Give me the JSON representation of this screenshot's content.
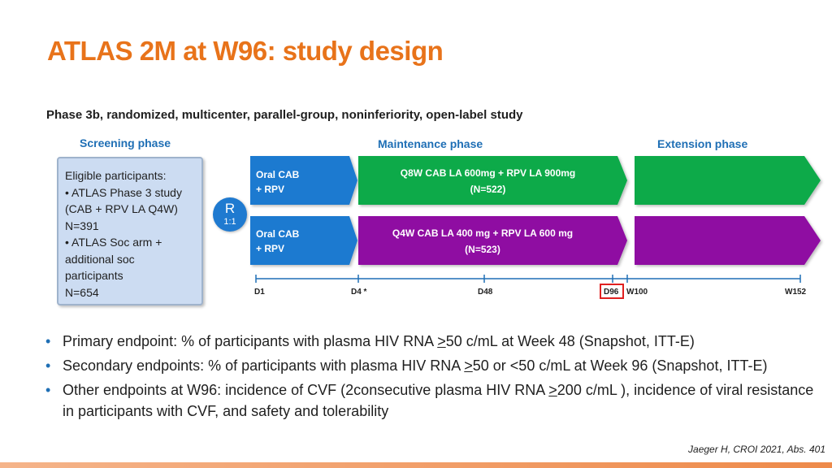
{
  "title": "ATLAS 2M at W96: study design",
  "subtitle": "Phase 3b, randomized, multicenter, parallel-group, noninferiority, open-label study",
  "phases": {
    "screening": "Screening phase",
    "maintenance": "Maintenance phase",
    "extension": "Extension phase"
  },
  "eligibility": {
    "lines": [
      "Eligible participants:",
      "• ATLAS Phase 3 study",
      "(CAB + RPV LA Q4W)",
      "N=391",
      "• ATLAS Soc arm +",
      "additional soc",
      "participants",
      "N=654"
    ]
  },
  "randomization": {
    "symbol": "R",
    "ratio": "1:1"
  },
  "arms": [
    {
      "oral_line1": "Oral CAB",
      "oral_line2": "+ RPV",
      "regimen": "Q8W CAB LA 600mg + RPV LA 900mg",
      "n": "(N=522)",
      "color": "#0aaa4a"
    },
    {
      "oral_line1": "Oral CAB",
      "oral_line2": "+ RPV",
      "regimen": "Q4W CAB LA 400 mg + RPV LA 600 mg",
      "n": "(N=523)",
      "color": "#8f0aa2"
    }
  ],
  "colors": {
    "oral": "#1f7ad0",
    "title": "#e8731a",
    "axis": "#1f6fb5"
  },
  "timeline": [
    "D1",
    "D4 *",
    "D48",
    "D96",
    "W100",
    "W152"
  ],
  "highlighted_tick": "D96",
  "endpoints": [
    {
      "before": "Primary endpoint: % of participants with plasma HIV RNA ",
      "u": ">",
      "after": "50 c/mL at Week 48 (Snapshot, ITT-E)"
    },
    {
      "before": "Secondary endpoints: % of participants with plasma HIV RNA ",
      "u": ">",
      "after": "50 or <50 c/mL at Week 96 (Snapshot, ITT-E)"
    },
    {
      "before": "Other endpoints at W96: incidence of CVF (2consecutive plasma HIV RNA ",
      "u": ">",
      "after": "200 c/mL ), incidence of viral resistance in participants with CVF, and safety and tolerability"
    }
  ],
  "citation": "Jaeger H, CROI 2021, Abs. 401"
}
